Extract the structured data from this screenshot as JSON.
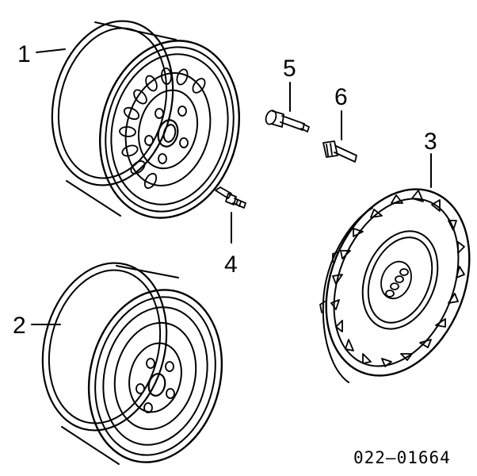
{
  "diagram": {
    "callouts": [
      {
        "id": "1",
        "text": "1"
      },
      {
        "id": "2",
        "text": "2"
      },
      {
        "id": "3",
        "text": "3"
      },
      {
        "id": "4",
        "text": "4"
      },
      {
        "id": "5",
        "text": "5"
      },
      {
        "id": "6",
        "text": "6"
      }
    ],
    "drawing_number": "022–01664"
  },
  "colors": {
    "line": "#000000",
    "background": "#ffffff"
  }
}
